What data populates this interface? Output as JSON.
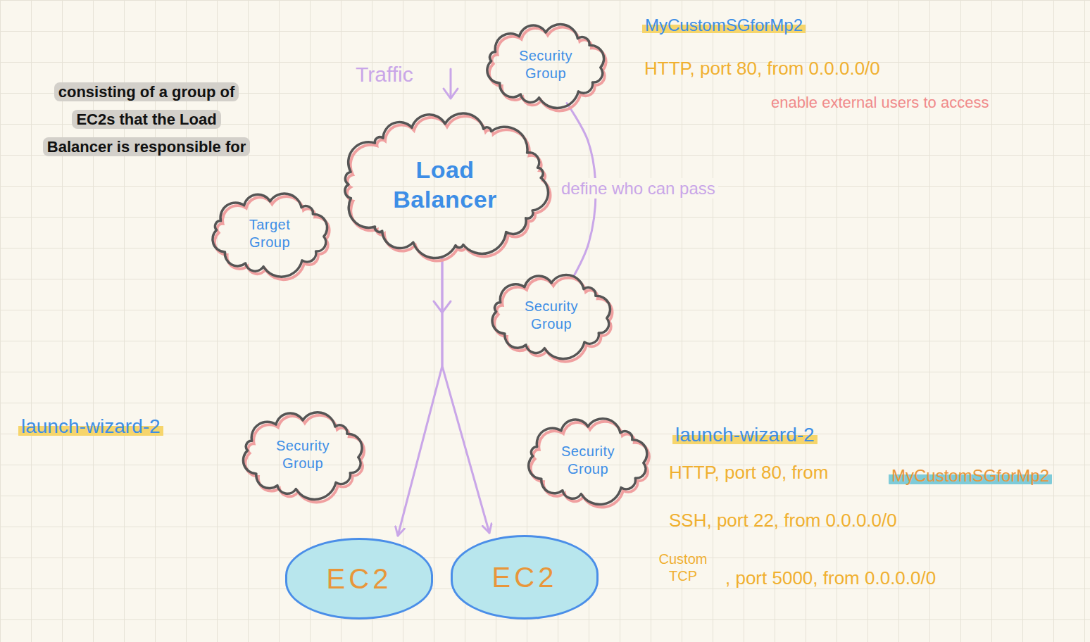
{
  "diagram": {
    "nodes": [
      {
        "text": [
          "Security Group"
        ]
      },
      {
        "text": [
          "Load Balancer"
        ]
      },
      {
        "text": [
          "Target Group"
        ]
      },
      {
        "text": [
          "Security Group"
        ]
      },
      {
        "text": [
          "Security Group"
        ]
      },
      {
        "text": [
          "Security Group"
        ]
      },
      {
        "text": [
          "EC2"
        ]
      },
      {
        "text": [
          "EC2"
        ]
      }
    ],
    "edges": [
      {
        "from": 0,
        "to": 3,
        "label": "define who can pass",
        "arrow": "none"
      },
      {
        "from": 1,
        "to": 6,
        "arrow": "to"
      },
      {
        "from": 1,
        "to": 7,
        "arrow": "to"
      }
    ],
    "labels": [
      "consisting of a group of EC2s that the Load Balancer is responsible for",
      "Traffic",
      "MyCustomSGforMp2",
      "HTTP, port 80, from 0.0.0.0/0",
      "enable external users to access",
      "launch-wizard-2",
      "launch-wizard-2",
      "HTTP, port 80, from",
      "MyCustomSGforMp2",
      "SSH, port 22, from 0.0.0.0/0",
      "Custom TCP",
      ", port 5000, from 0.0.0.0/0"
    ]
  }
}
